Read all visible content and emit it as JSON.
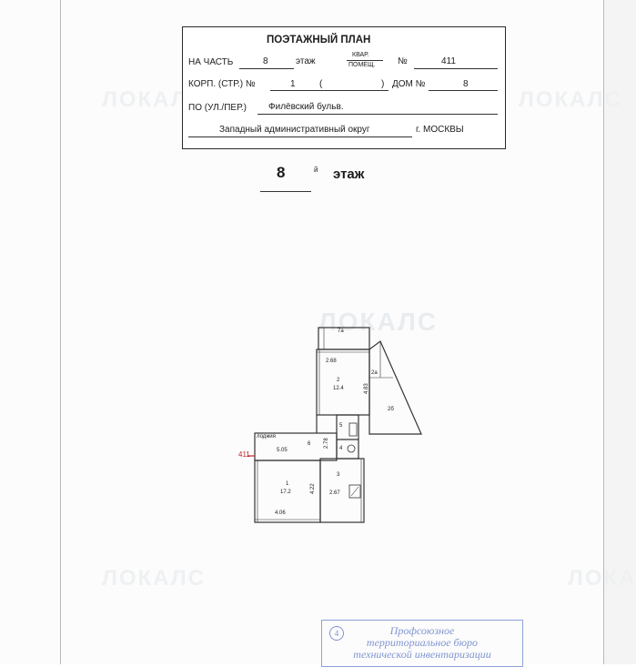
{
  "header": {
    "title": "ПОЭТАЖНЫЙ ПЛАН",
    "part_label": "НА ЧАСТЬ",
    "part_value": "8",
    "floor_label": "этаж",
    "apt_label_top": "КВАР.",
    "apt_label_bottom": "ПОМЕЩ.",
    "no_label": "№",
    "apt_value": "411",
    "korp_label": "КОРП. (СТР.) №",
    "korp_value": "1",
    "paren_open": "(",
    "paren_close": ")",
    "house_label": "ДОМ №",
    "house_value": "8",
    "street_label": "ПО (УЛ./ПЕР.)",
    "street_value": "Филёвский бульв.",
    "district_value": "Западный административный округ",
    "city_value": "г. МОСКВЫ"
  },
  "floor_heading": {
    "number": "8",
    "suffix": "й",
    "word": "этаж"
  },
  "plan": {
    "apartment_no": "411",
    "labels": {
      "top_room": "7а",
      "dim_268": "2.68",
      "room_2": "2",
      "area_2": "12.4",
      "dim_483": "4.83",
      "balcony_2a": "2а",
      "balcony_2b": "2б",
      "room_5": "5",
      "room_4": "4",
      "lobby": "лоджия",
      "corridor_6": "6",
      "dim_505": "5.05",
      "dim_278": "2.78",
      "room_3": "3",
      "room_1": "1",
      "area_1": "17.2",
      "dim_422": "4.22",
      "dim_267": "2.67",
      "dim_406": "4.06"
    }
  },
  "watermark": {
    "text": "ЛОКАЛС"
  },
  "bti_stamp": {
    "number": "4",
    "line1": "Профсоюзное",
    "line2": "территориальное бюро",
    "line3": "технической инвентаризации"
  }
}
